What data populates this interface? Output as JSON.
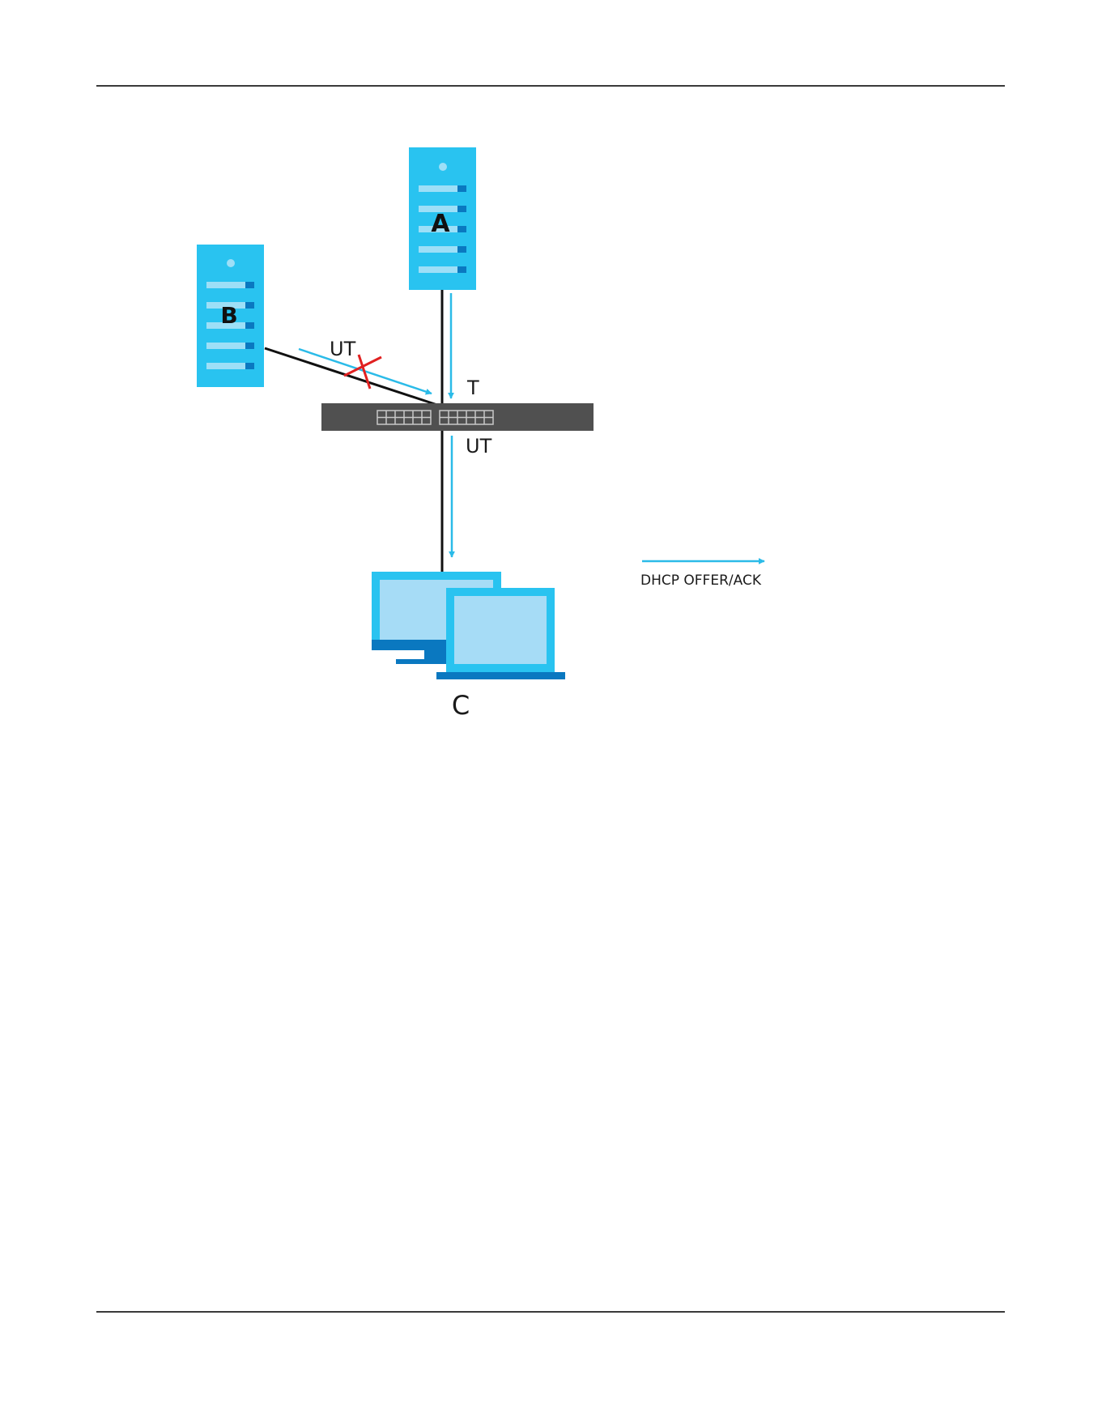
{
  "nodes": {
    "server_a": {
      "label": "A"
    },
    "server_b": {
      "label": "B"
    },
    "client": {
      "label": "C"
    }
  },
  "links": {
    "a_to_switch": {
      "tag": "T"
    },
    "b_to_switch": {
      "tag": "UT"
    },
    "switch_to_client": {
      "tag": "UT"
    }
  },
  "legend": {
    "arrow_label": "DHCP OFFER/ACK"
  },
  "colors": {
    "device_blue": "#29c3f0",
    "device_dark": "#0a78c0",
    "device_light": "#9ddff7",
    "screen_fill": "#a6dcf6",
    "switch_gray": "#505050",
    "arrow": "#2bbbe8",
    "blocked": "#e02020"
  },
  "icons": {
    "server": "server-tower-icon",
    "switch": "network-switch-icon",
    "client": "desktop-and-laptop-icon",
    "blocked": "red-x-icon"
  }
}
